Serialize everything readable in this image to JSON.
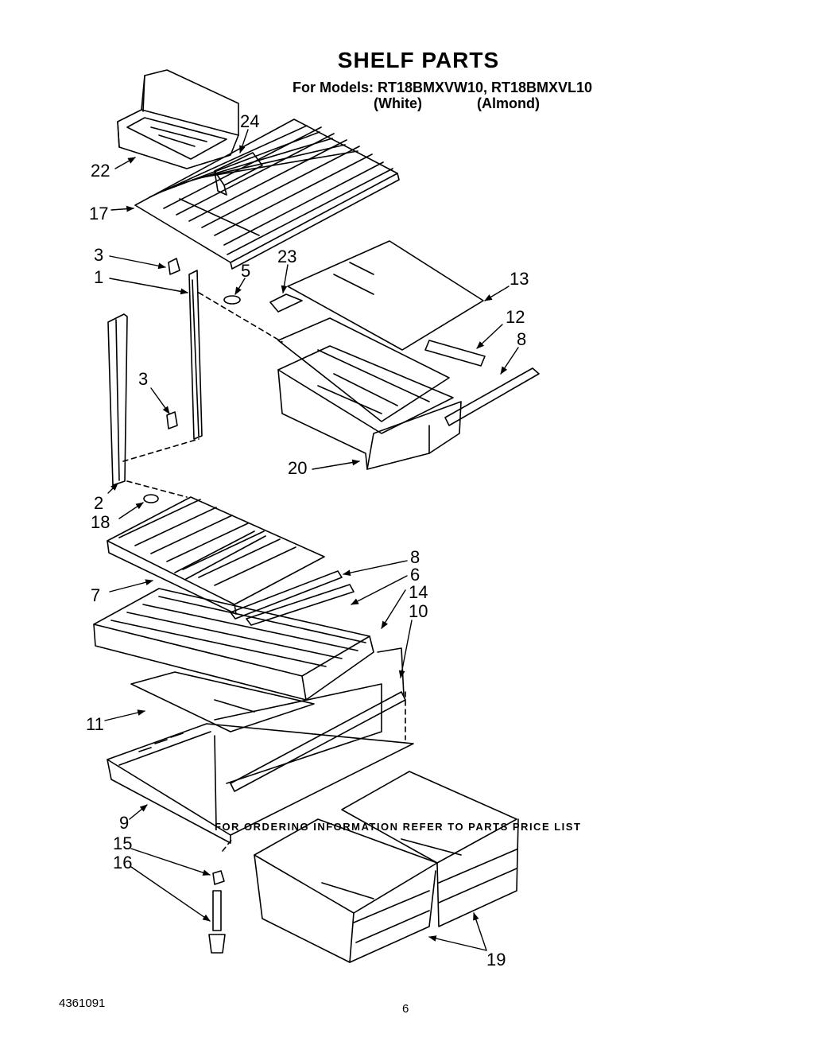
{
  "header": {
    "title": "SHELF PARTS",
    "models_line": "For Models: RT18BMXVW10, RT18BMXVL10",
    "variant_white": "(White)",
    "variant_almond": "(Almond)"
  },
  "callouts": {
    "c22": "22",
    "c24": "24",
    "c17": "17",
    "c3a": "3",
    "c1": "1",
    "c5": "5",
    "c23": "23",
    "c13": "13",
    "c12": "12",
    "c8a": "8",
    "c3b": "3",
    "c20": "20",
    "c2": "2",
    "c18": "18",
    "c8b": "8",
    "c6": "6",
    "c7": "7",
    "c14": "14",
    "c10": "10",
    "c11": "11",
    "c9": "9",
    "c15": "15",
    "c16": "16",
    "c19": "19"
  },
  "footer": {
    "note": "FOR ORDERING INFORMATION REFER TO PARTS PRICE LIST",
    "doc_number": "4361091",
    "page_number": "6"
  }
}
